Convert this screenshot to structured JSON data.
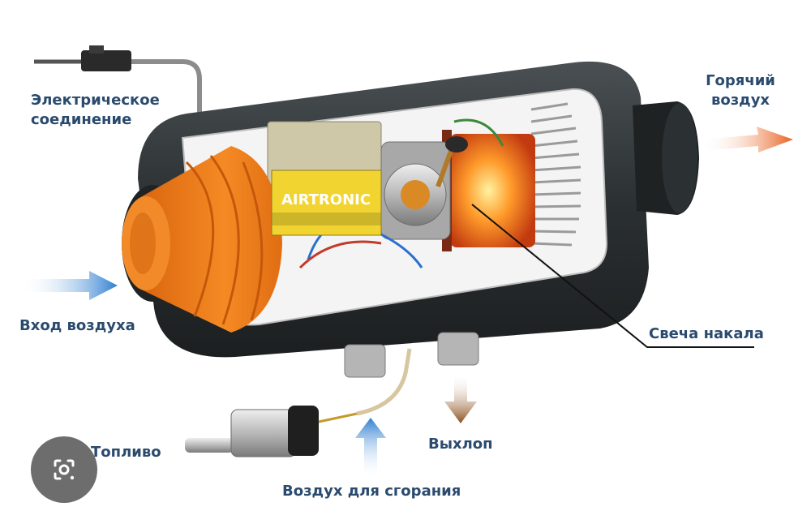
{
  "diagram": {
    "brand_logo": "AIRTRONIC",
    "labels": {
      "electrical": "Электрическое\nсоединение",
      "hot_air": "Горячий\nвоздух",
      "air_in": "Вход воздуха",
      "glow_plug": "Свеча накала",
      "fuel": "Топливо",
      "exhaust": "Выхлоп",
      "combustion_air": "Воздух для сгорания"
    }
  },
  "colors": {
    "label_text": "#2a4a6e",
    "housing": "#2e3436",
    "fan_orange": "#f07f1a",
    "blue_arrow": "#2f7fd0",
    "hot_arrow": "#e8601c",
    "exhaust_arrow": "#8a4f1c",
    "logo_yellow": "#f2d430"
  },
  "icons": {
    "lens_button": "lens-search-icon"
  }
}
